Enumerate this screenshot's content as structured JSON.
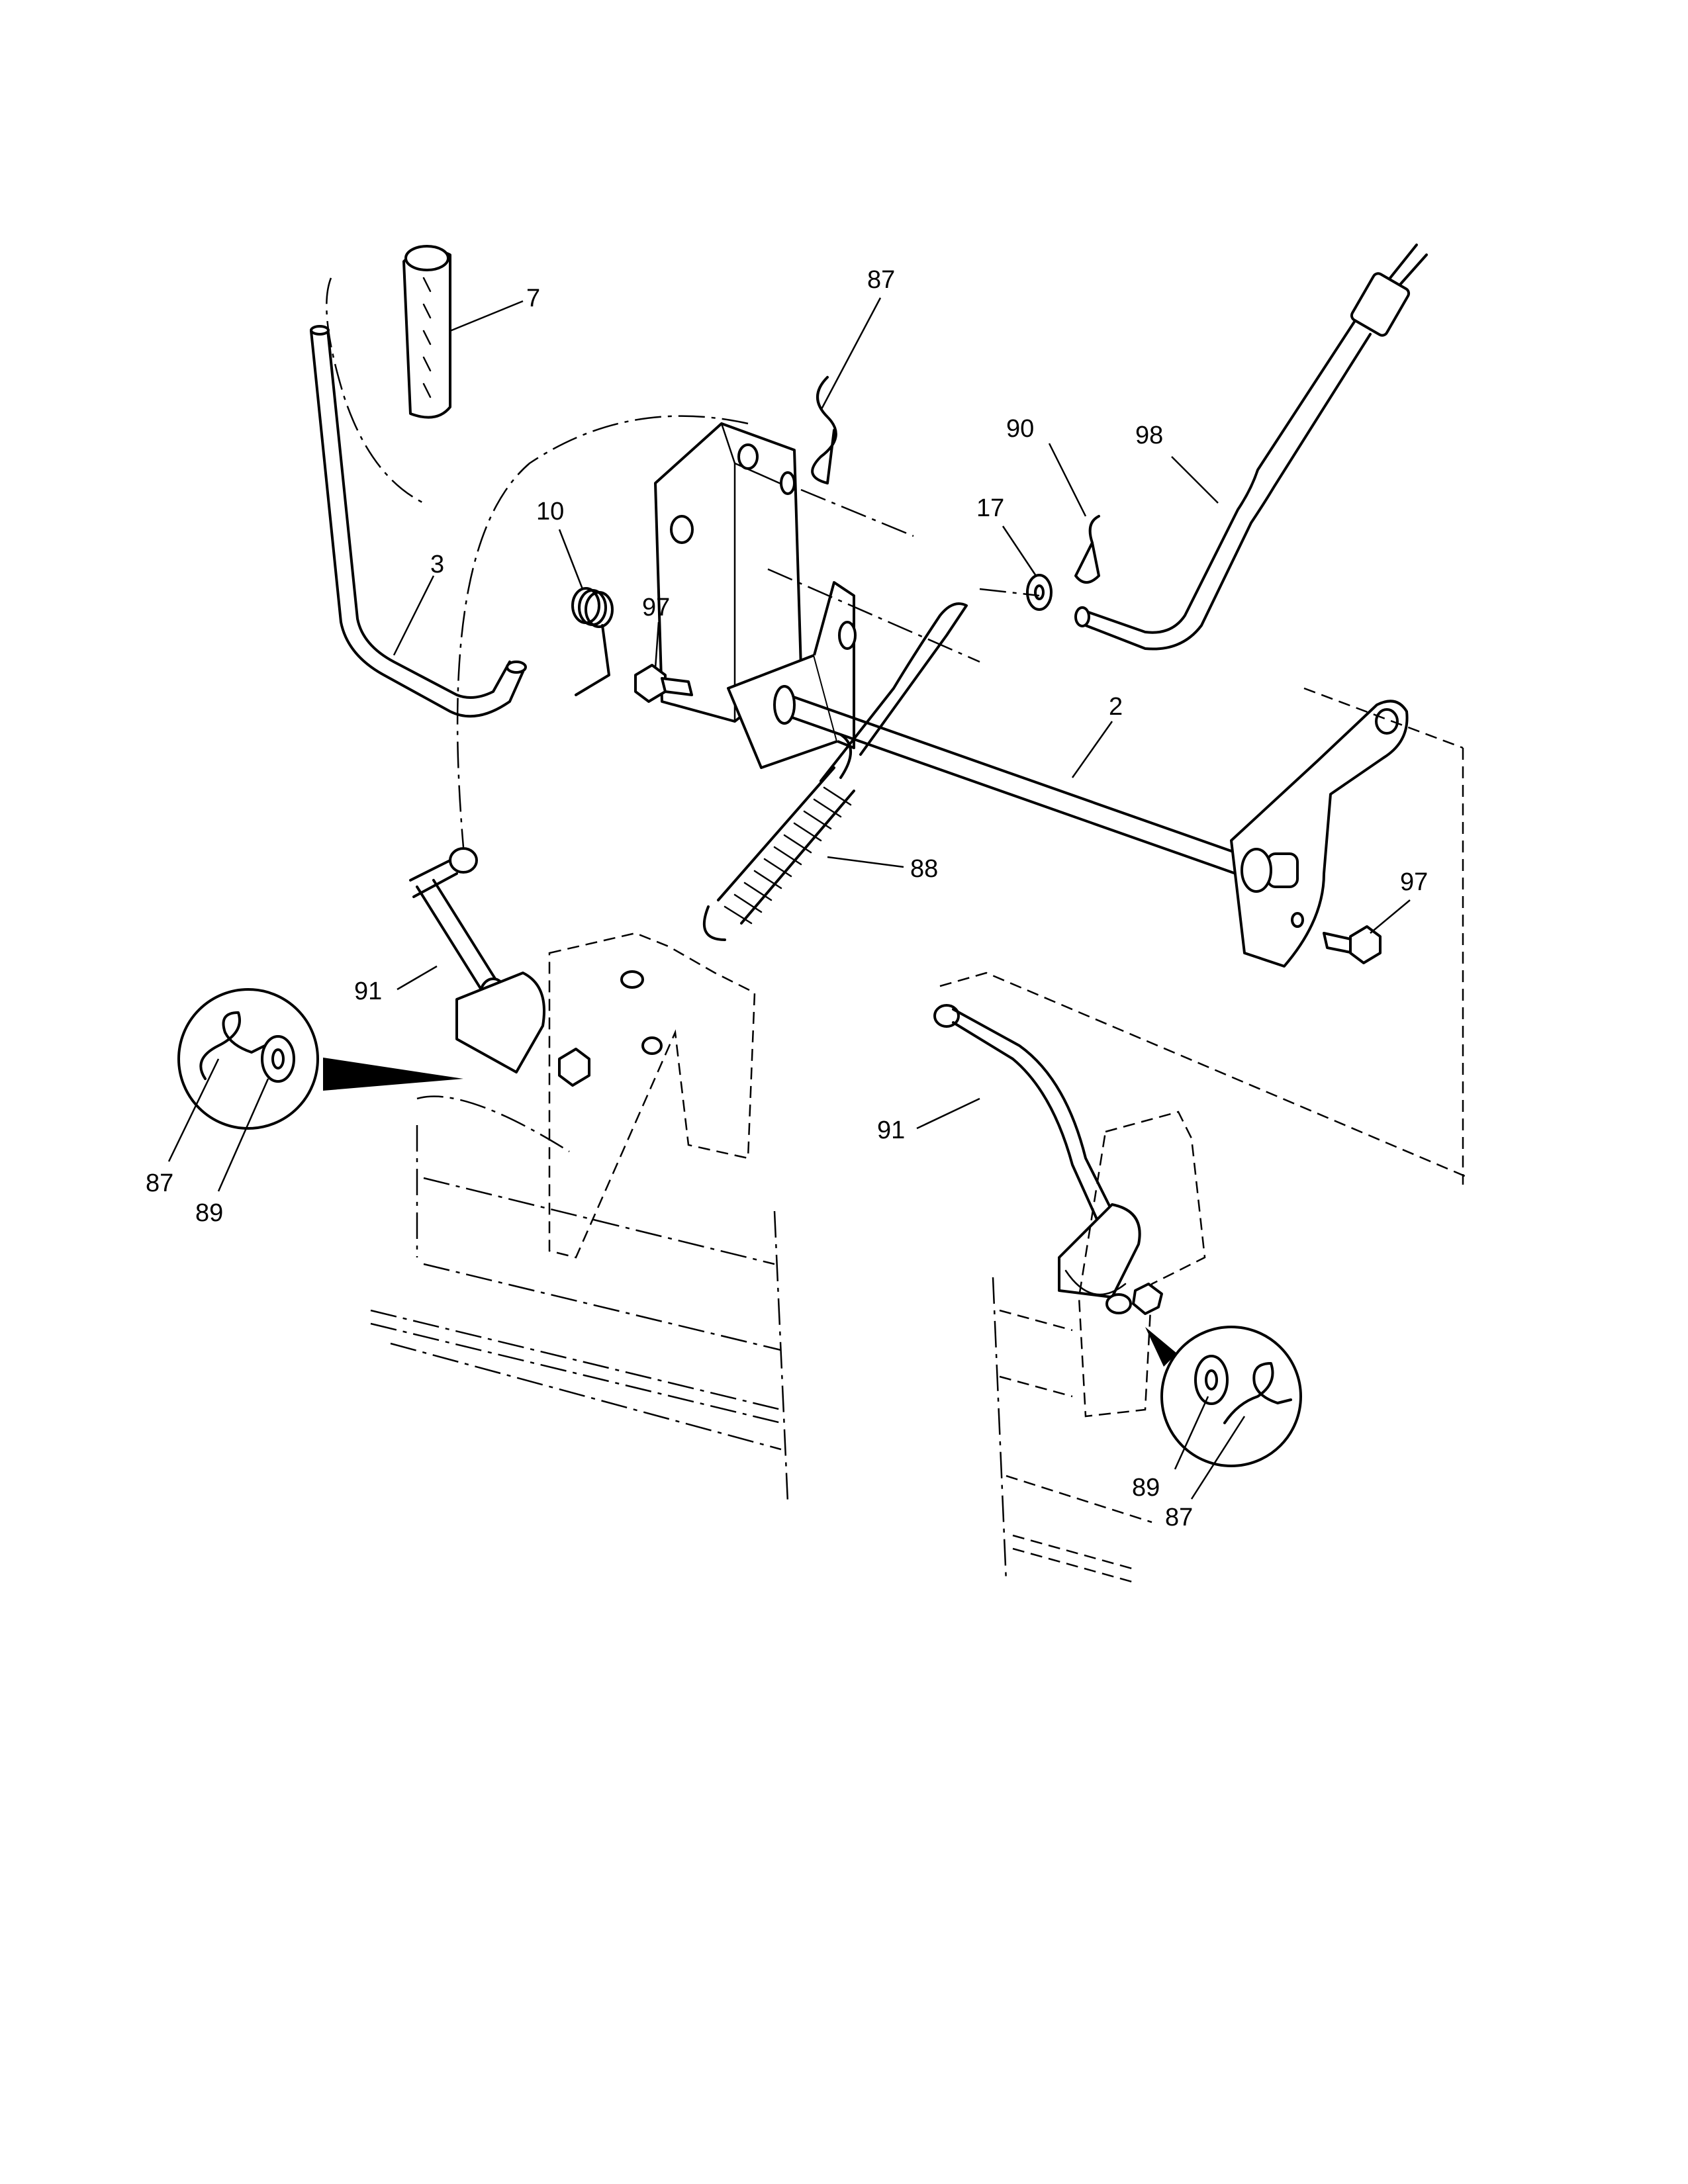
{
  "callouts": {
    "c7": "7",
    "c87_top": "87",
    "c90": "90",
    "c98": "98",
    "c17": "17",
    "c10": "10",
    "c3": "3",
    "c97_left": "97",
    "c2": "2",
    "c88": "88",
    "c97_right": "97",
    "c91_left": "91",
    "c91_right": "91",
    "c87_left": "87",
    "c89_left": "89",
    "c89_right": "89",
    "c87_right": "87"
  }
}
